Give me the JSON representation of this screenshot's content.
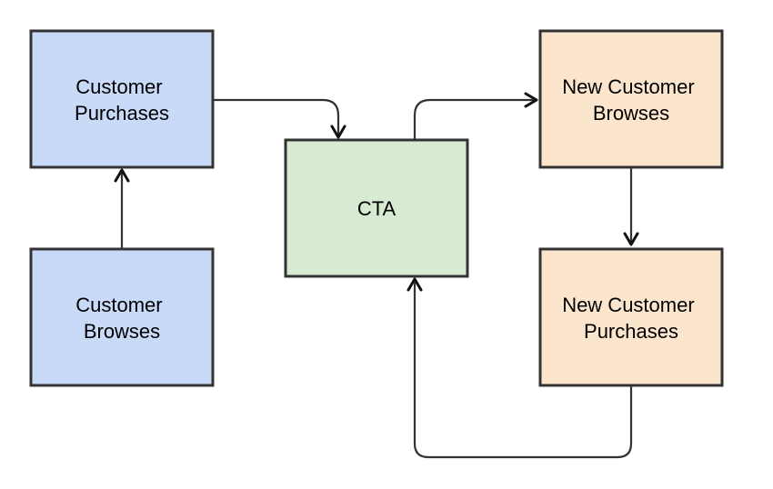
{
  "colors": {
    "blue_fill": "#c9daf8",
    "green_fill": "#d9ead3",
    "orange_fill": "#fce5cd",
    "stroke": "#333333"
  },
  "nodes": {
    "customer_purchases": {
      "line1": "Customer",
      "line2": "Purchases"
    },
    "customer_browses": {
      "line1": "Customer",
      "line2": "Browses"
    },
    "cta": {
      "label": "CTA"
    },
    "new_customer_browses": {
      "line1": "New Customer",
      "line2": "Browses"
    },
    "new_customer_purchases": {
      "line1": "New Customer",
      "line2": "Purchases"
    }
  },
  "edges": [
    {
      "from": "customer_browses",
      "to": "customer_purchases"
    },
    {
      "from": "customer_purchases",
      "to": "cta"
    },
    {
      "from": "cta",
      "to": "new_customer_browses"
    },
    {
      "from": "new_customer_browses",
      "to": "new_customer_purchases"
    },
    {
      "from": "new_customer_purchases",
      "to": "cta"
    }
  ]
}
